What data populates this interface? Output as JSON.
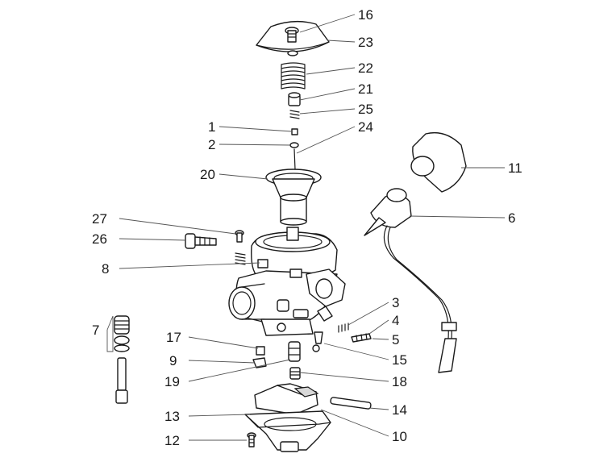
{
  "callouts": [
    {
      "id": "16",
      "label": "16"
    },
    {
      "id": "23",
      "label": "23"
    },
    {
      "id": "22",
      "label": "22"
    },
    {
      "id": "21",
      "label": "21"
    },
    {
      "id": "25",
      "label": "25"
    },
    {
      "id": "24",
      "label": "24"
    },
    {
      "id": "1",
      "label": "1"
    },
    {
      "id": "2",
      "label": "2"
    },
    {
      "id": "20",
      "label": "20"
    },
    {
      "id": "11",
      "label": "11"
    },
    {
      "id": "6",
      "label": "6"
    },
    {
      "id": "27",
      "label": "27"
    },
    {
      "id": "26",
      "label": "26"
    },
    {
      "id": "8",
      "label": "8"
    },
    {
      "id": "7",
      "label": "7"
    },
    {
      "id": "3",
      "label": "3"
    },
    {
      "id": "4",
      "label": "4"
    },
    {
      "id": "5",
      "label": "5"
    },
    {
      "id": "15",
      "label": "15"
    },
    {
      "id": "17",
      "label": "17"
    },
    {
      "id": "9",
      "label": "9"
    },
    {
      "id": "19",
      "label": "19"
    },
    {
      "id": "18",
      "label": "18"
    },
    {
      "id": "14",
      "label": "14"
    },
    {
      "id": "13",
      "label": "13"
    },
    {
      "id": "10",
      "label": "10"
    },
    {
      "id": "12",
      "label": "12"
    }
  ]
}
